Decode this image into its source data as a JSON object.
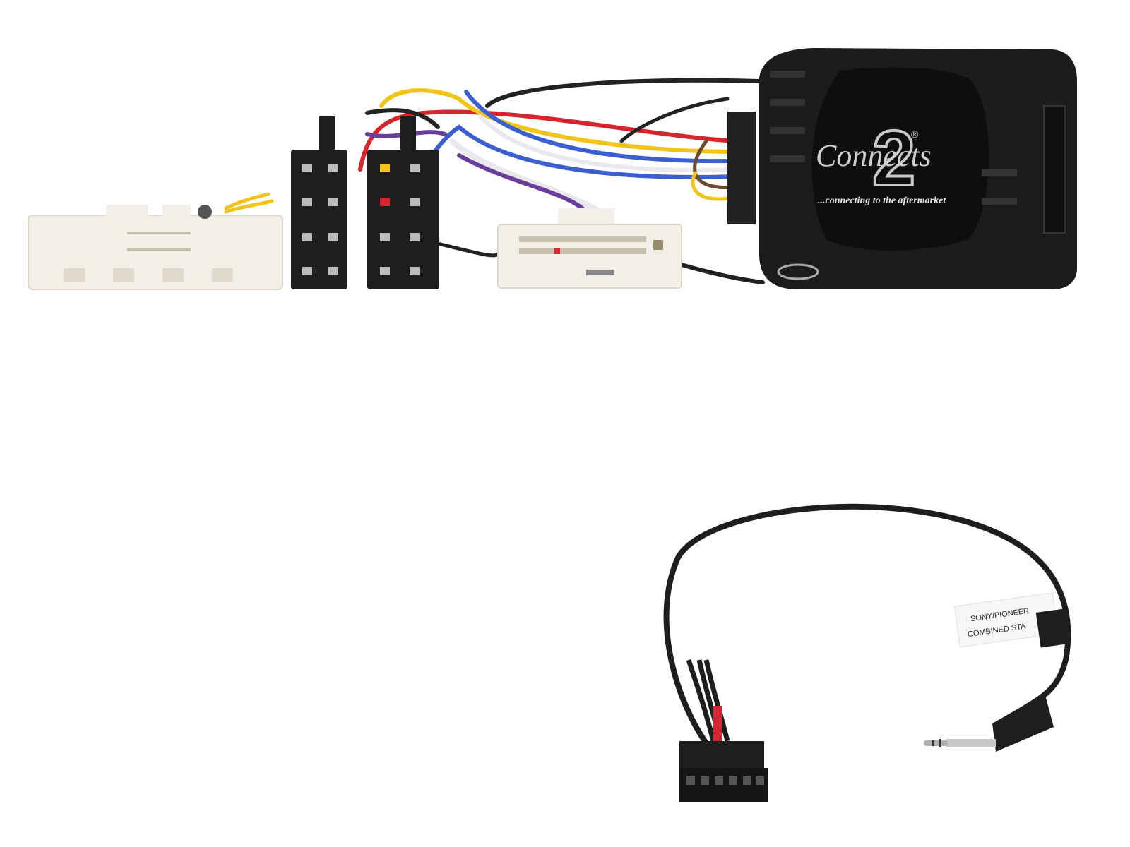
{
  "product_photo": {
    "module": {
      "logo_text": "Connects",
      "logo_numeral": "2",
      "logo_registered": "®",
      "tagline": "...connecting to the aftermarket"
    },
    "patch_lead": {
      "label_line1": "SONY/PIONEER",
      "label_line2": "COMBINED STA"
    },
    "colors": {
      "background": "#ffffff",
      "module_body": "#1c1c1e",
      "connector_white": "#f2efe8",
      "connector_black": "#1e1e1e",
      "wire_red": "#d8242c",
      "wire_blue": "#3b5fd0",
      "wire_yellow": "#f0c419",
      "wire_purple": "#6a3d9a",
      "wire_white": "#e8e8ee",
      "wire_black": "#222222",
      "wire_brown": "#6b4a2e"
    }
  }
}
